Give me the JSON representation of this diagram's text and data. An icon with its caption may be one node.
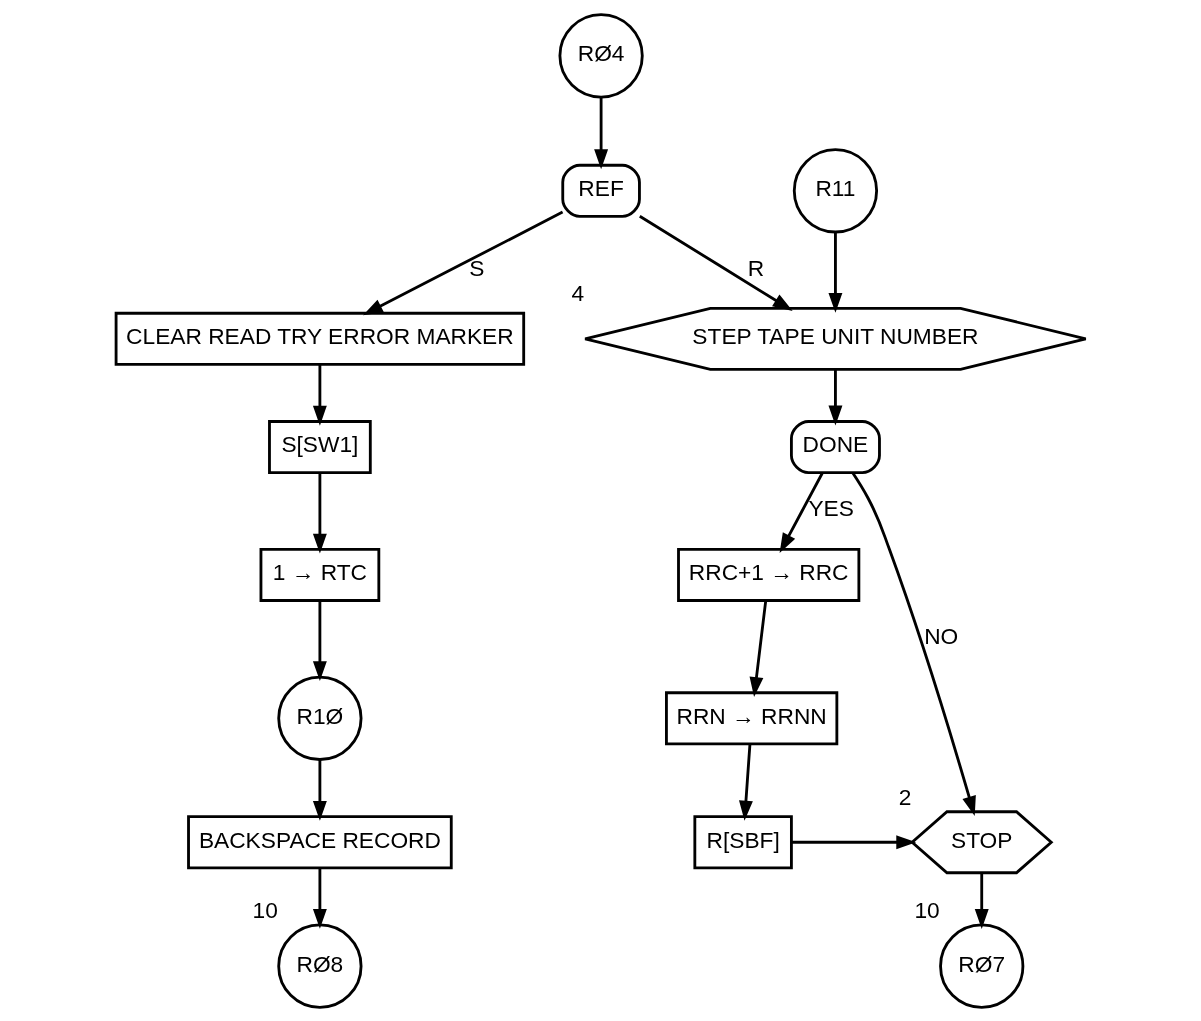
{
  "diagram": {
    "nodes": [
      {
        "text": [
          "RØ4"
        ]
      },
      {
        "text": [
          "REF"
        ]
      },
      {
        "text": [
          "CLEAR READ TRY ERROR MARKER"
        ]
      },
      {
        "text": [
          "R11"
        ]
      },
      {
        "text": [
          "STEP TAPE UNIT NUMBER"
        ],
        "beside": [
          "4"
        ]
      },
      {
        "text": [
          "S[SW1]"
        ]
      },
      {
        "text": [
          "1 → RTC"
        ]
      },
      {
        "text": [
          "R1Ø"
        ]
      },
      {
        "text": [
          "BACKSPACE RECORD"
        ]
      },
      {
        "text": [
          "RØ8"
        ],
        "beside": [
          "10"
        ]
      },
      {
        "text": [
          "DONE"
        ]
      },
      {
        "text": [
          "RRC+1 → RRC"
        ]
      },
      {
        "text": [
          "RRN → RRNN"
        ]
      },
      {
        "text": [
          "R[SBF]"
        ]
      },
      {
        "text": [
          "STOP"
        ],
        "beside": [
          "2"
        ]
      },
      {
        "text": [
          "RØ7"
        ],
        "beside": [
          "10"
        ]
      }
    ],
    "edges": [
      {
        "from": 0,
        "to": 1,
        "arrow": "to"
      },
      {
        "from": 1,
        "to": 2,
        "arrow": "to",
        "label": "S"
      },
      {
        "from": 1,
        "to": 4,
        "arrow": "to",
        "label": "R"
      },
      {
        "from": 3,
        "to": 4,
        "arrow": "to"
      },
      {
        "from": 2,
        "to": 5,
        "arrow": "to"
      },
      {
        "from": 5,
        "to": 6,
        "arrow": "to"
      },
      {
        "from": 6,
        "to": 7,
        "arrow": "to"
      },
      {
        "from": 7,
        "to": 8,
        "arrow": "to"
      },
      {
        "from": 8,
        "to": 9,
        "arrow": "to"
      },
      {
        "from": 4,
        "to": 10,
        "arrow": "to"
      },
      {
        "from": 10,
        "to": 11,
        "arrow": "to",
        "label": "YES"
      },
      {
        "from": 10,
        "to": 14,
        "arrow": "to",
        "label": "NO"
      },
      {
        "from": 11,
        "to": 12,
        "arrow": "to"
      },
      {
        "from": 12,
        "to": 13,
        "arrow": "to"
      },
      {
        "from": 13,
        "to": 14,
        "arrow": "to"
      },
      {
        "from": 14,
        "to": 15,
        "arrow": "to"
      }
    ]
  }
}
